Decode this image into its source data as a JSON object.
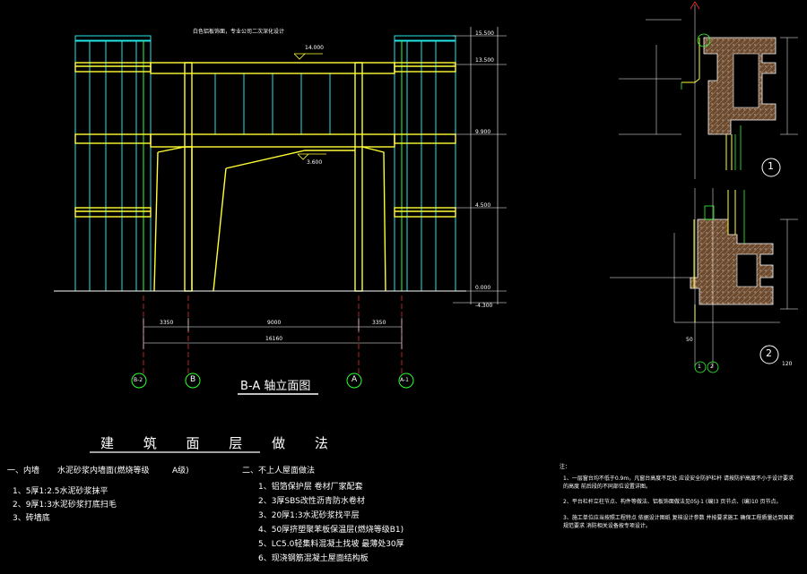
{
  "elevation": {
    "title": "B-A  轴立面图",
    "top_note": "白色铝板饰面，专业公司二次深化设计",
    "level_top": "14.000",
    "level_mid": "3.600",
    "bottom_dim_total": "16160",
    "bottom_dims": [
      "3350",
      "9000",
      "3350"
    ],
    "right_dims": [
      "15.500",
      "13.500",
      "9.900",
      "4.500",
      "0.000",
      "-4.300"
    ],
    "axes": [
      "B-2",
      "B",
      "A",
      "A-1"
    ]
  },
  "details": {
    "detail1_number": "1",
    "detail2_number": "2",
    "axis_labels": [
      "1",
      "2"
    ],
    "dim_labels": [
      "50",
      "120"
    ]
  },
  "finish_notes": {
    "heading": "建 筑 面 层 做 法",
    "section1": {
      "title": "一、内墙",
      "spec": "水泥砂浆内墙面(燃烧等级",
      "spec_suffix": "A级)",
      "items": [
        "1、5厚1:2.5水泥砂浆抹平",
        "2、9厚1:3水泥砂浆打底扫毛",
        "3、砖墙底"
      ]
    },
    "section2": {
      "title": "二、不上人屋面做法",
      "items": [
        "1、铝箔保护层 卷材厂家配套",
        "2、3厚SBS改性沥青防水卷材",
        "3、20厚1:3水泥砂浆找平层",
        "4、50厚挤塑聚苯板保温层(燃烧等级B1)",
        "5、LC5.0轻集料混凝土找坡 最薄处30厚",
        "6、现浇钢筋混凝土屋面结构板"
      ]
    },
    "section3": {
      "title": "注：",
      "items": [
        "1、一层窗台均不低于0.9m，凡窗台高度不足处 应设安全防护栏杆 请按防护高度不小于设计要求的高度 前后段的不同部位设置详图。",
        "2、平台栏杆立柱节点、构件等做法、铝板饰面做法见05J-1  (编)3 页节点、(编)10 页节点。",
        "3、施工单位应当按照工程特点 依据设计图纸 复核设计参数 并按要求施工 确保工程质量达到国家规范要求 消防相关设备按专项设计。"
      ]
    }
  },
  "colors": {
    "background": "#000000",
    "cyan": "#22e6e6",
    "yellow": "#ffff33",
    "green": "#33ff33",
    "white": "#ffffff",
    "red": "#ff3333",
    "brown": "#7a5a3a"
  }
}
